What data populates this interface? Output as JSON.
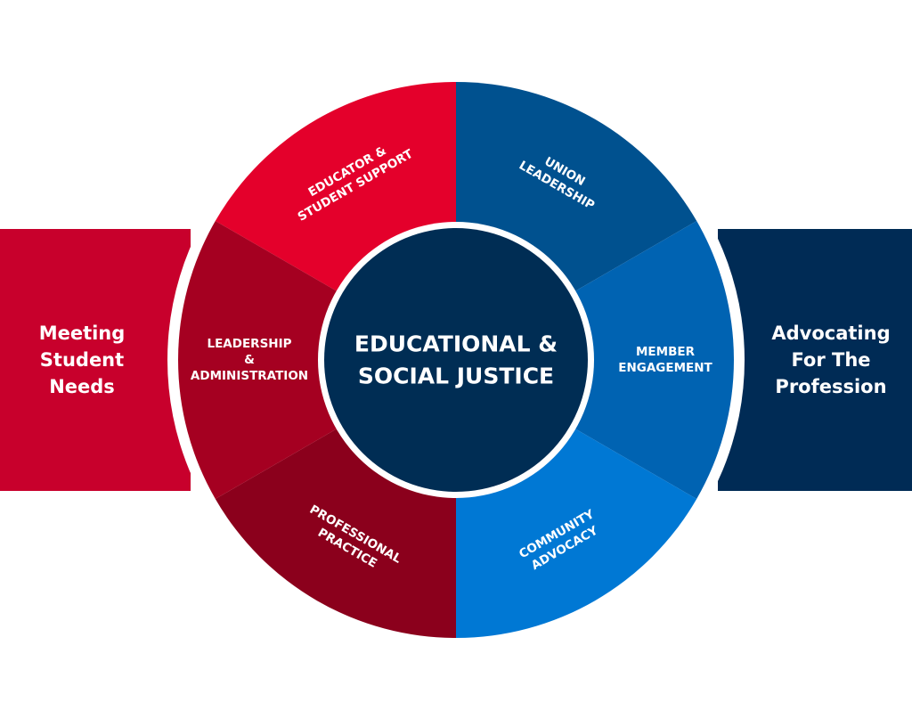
{
  "colors": {
    "left_panel": "#c8002c",
    "right_panel": "#002b55",
    "center": "#002d54",
    "ring_border": "#ffffff"
  },
  "left_panel": {
    "text": "Meeting\nStudent\nNeeds"
  },
  "right_panel": {
    "text": "Advocating\nFor The\nProfession"
  },
  "center": {
    "lines": [
      "EDUCATIONAL &",
      "SOCIAL JUSTICE"
    ]
  },
  "segments": [
    {
      "id": "educator-student-support",
      "lines": [
        "EDUCATOR &",
        "STUDENT SUPPORT"
      ],
      "color": "#e4002b"
    },
    {
      "id": "union-leadership",
      "lines": [
        "UNION",
        "LEADERSHIP"
      ],
      "color": "#00518f"
    },
    {
      "id": "member-engagement",
      "lines": [
        "MEMBER",
        "ENGAGEMENT"
      ],
      "color": "#0063b2"
    },
    {
      "id": "community-advocacy",
      "lines": [
        "COMMUNITY",
        "ADVOCACY"
      ],
      "color": "#0078d4"
    },
    {
      "id": "professional-practice",
      "lines": [
        "PROFESSIONAL",
        "PRACTICE"
      ],
      "color": "#8b001c"
    },
    {
      "id": "leadership-administration",
      "lines": [
        "LEADERSHIP",
        "&",
        "ADMINISTRATION"
      ],
      "color": "#a50021"
    }
  ]
}
